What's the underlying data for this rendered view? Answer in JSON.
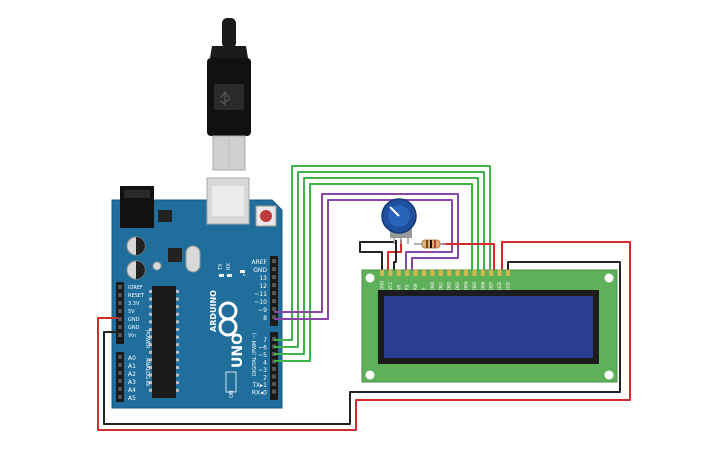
{
  "board": {
    "brand": "ARDUINO",
    "model": "UNO",
    "on_label": "ON",
    "tx_led": "TX",
    "rx_led": "RX",
    "l_led": "L",
    "power_label": "POWER",
    "analog_label": "ANALOG IN",
    "digital_label": "DIGITAL (PWM ~)",
    "power_pins": [
      "IOREF",
      "RESET",
      "3.3V",
      "5V",
      "GND",
      "GND",
      "Vin"
    ],
    "analog_pins": [
      "A0",
      "A1",
      "A2",
      "A3",
      "A4",
      "A5"
    ],
    "digital_pins_top": [
      "AREF",
      "GND",
      "13",
      "12",
      "~11",
      "~10",
      "~9",
      "8"
    ],
    "digital_pins_bottom": [
      "7",
      "~6",
      "~5",
      "4",
      "~3",
      "2",
      "TX▸1",
      "RX◂0"
    ],
    "color": "#1f6e9c"
  },
  "lcd": {
    "pins": [
      "GND",
      "VCC",
      "V0",
      "RS",
      "RW",
      "E",
      "DB0",
      "DB1",
      "DB2",
      "DB3",
      "DB4",
      "DB5",
      "DB6",
      "DB7",
      "LED",
      "LED"
    ],
    "pcb_color": "#5fb05a",
    "screen_color": "#2a3d8f"
  },
  "wire_colors": {
    "green": "#3db34a",
    "purple": "#8a45a8",
    "red": "#d42a2a",
    "black": "#222222"
  }
}
